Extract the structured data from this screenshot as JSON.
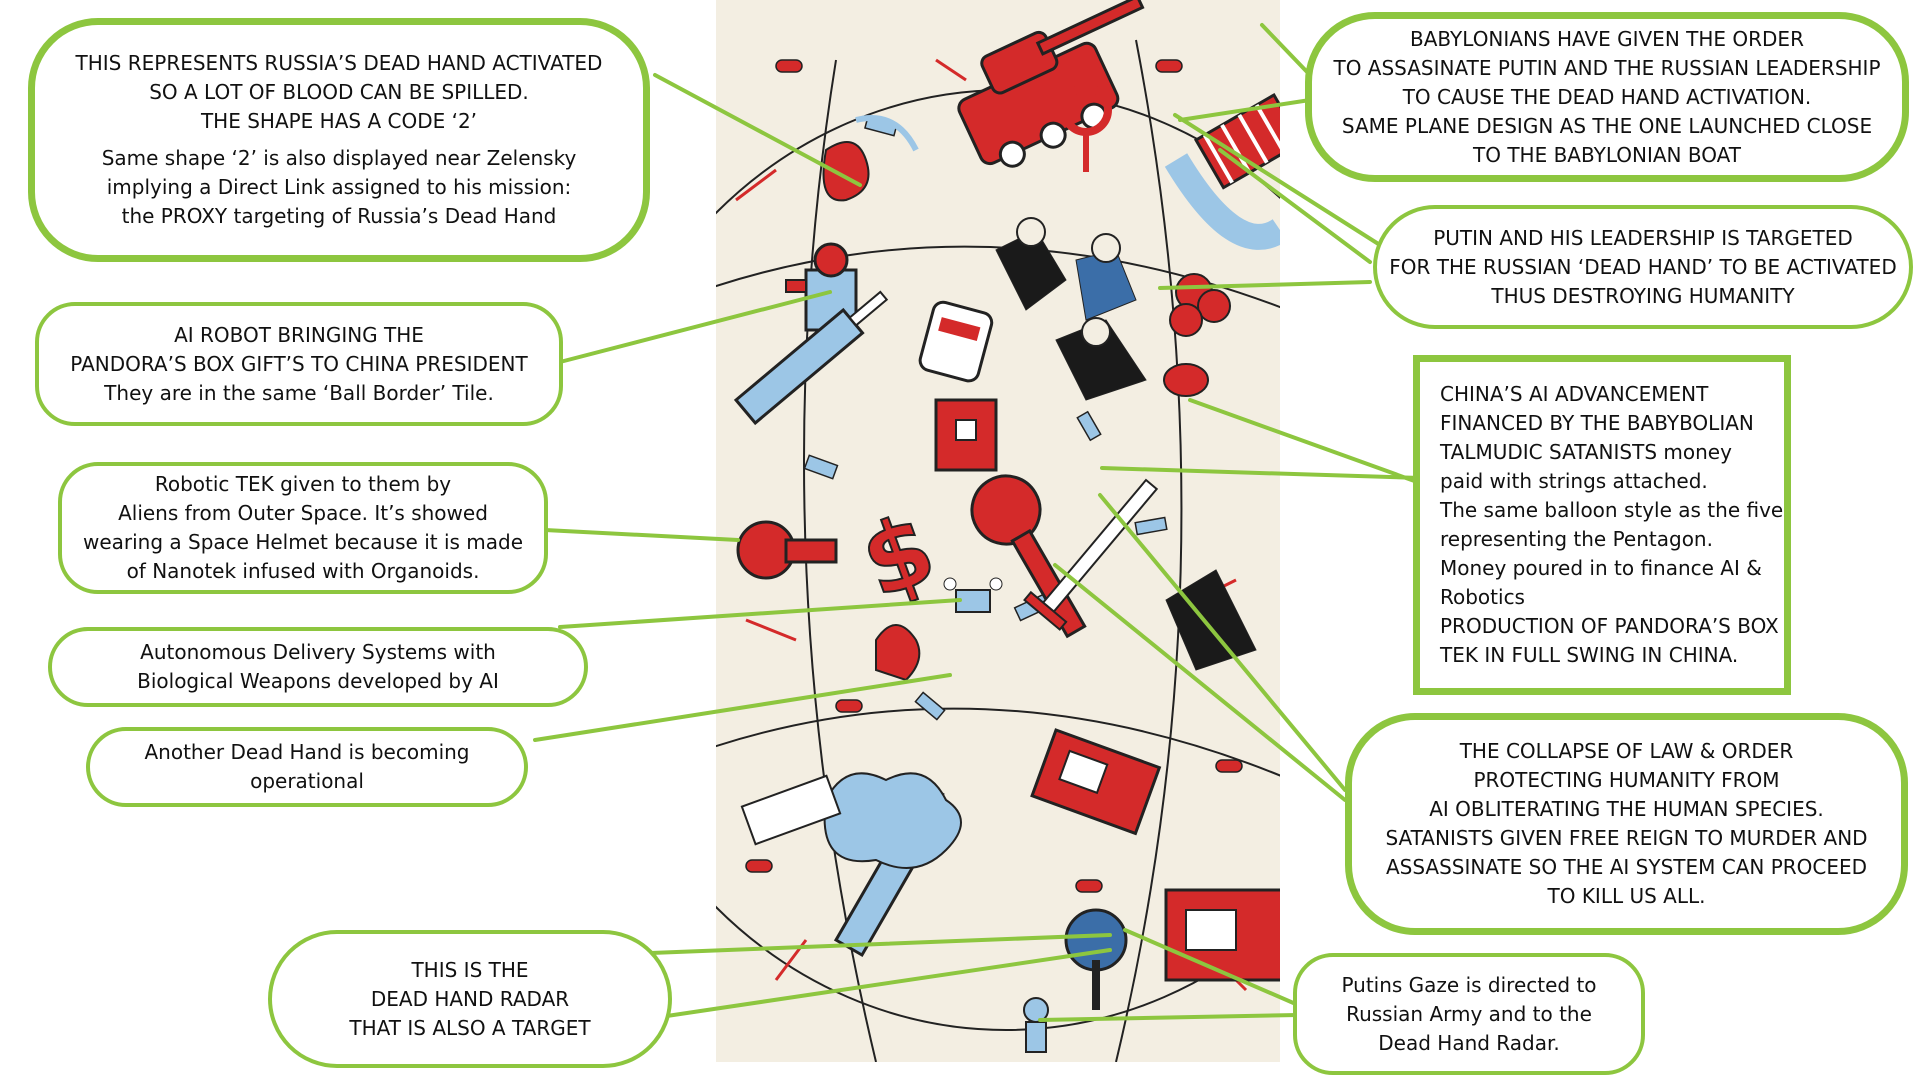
{
  "theme": {
    "accent": "#8dc63f",
    "ink": "#111111",
    "red": "#d42a2a",
    "blue": "#9cc6e6",
    "paper": "#f3eee2"
  },
  "artwork": {
    "icons": [
      "tank-icon",
      "plane-icon",
      "robot-icon",
      "pandora-box-icon",
      "dollar-icon",
      "syringe-icon",
      "radar-icon",
      "balloon-icon",
      "sword-icon",
      "blood-splash-icon",
      "hand-icon",
      "helmet-icon",
      "drone-icon",
      "pill-icon"
    ]
  },
  "callouts": {
    "dead_hand": {
      "lines": [
        "THIS REPRESENTS RUSSIA’S DEAD HAND ACTIVATED",
        "SO A LOT OF BLOOD CAN BE SPILLED.",
        "THE SHAPE HAS A CODE ‘2’"
      ],
      "sub_lines": [
        "Same shape ‘2’ is also displayed near Zelensky",
        "implying a Direct Link assigned to his mission:",
        "the PROXY targeting  of Russia’s Dead Hand"
      ]
    },
    "ai_robot": {
      "lines": [
        "AI ROBOT BRINGING  THE",
        "PANDORA’S BOX GIFT’S TO CHINA PRESIDENT",
        "They are in the same ‘Ball Border’ Tile."
      ]
    },
    "robotic_tek": {
      "lines": [
        "Robotic TEK given to them by",
        "Aliens from Outer Space. It’s showed",
        "wearing a Space Helmet because it is made",
        "of Nanotek infused with Organoids."
      ]
    },
    "delivery": {
      "lines": [
        "Autonomous Delivery Systems with",
        "Biological Weapons developed by AI"
      ]
    },
    "another_dead_hand": {
      "lines": [
        "Another Dead Hand is becoming",
        "operational"
      ]
    },
    "radar": {
      "lines": [
        "THIS IS THE",
        "DEAD HAND RADAR",
        "THAT IS ALSO A TARGET"
      ]
    },
    "babylonians": {
      "lines": [
        "BABYLONIANS HAVE GIVEN THE ORDER",
        "TO ASSASINATE PUTIN AND THE RUSSIAN LEADERSHIP",
        "TO CAUSE THE DEAD HAND ACTIVATION.",
        "SAME PLANE DESIGN AS THE ONE LAUNCHED CLOSE",
        "TO THE BABYLONIAN BOAT"
      ]
    },
    "putin_targeted": {
      "lines": [
        "PUTIN AND HIS LEADERSHIP IS TARGETED",
        "FOR THE RUSSIAN ‘DEAD HAND’ TO BE ACTIVATED",
        "THUS  DESTROYING HUMANITY"
      ]
    },
    "china_ai": {
      "lines": [
        "CHINA’S AI ADVANCEMENT",
        "FINANCED BY THE BABYBOLIAN",
        "TALMUDIC SATANISTS money",
        "paid with strings attached.",
        "The same balloon style as the five",
        "representing the Pentagon.",
        "Money poured in to finance AI &",
        "Robotics",
        "PRODUCTION OF PANDORA’S BOX",
        "TEK IN FULL SWING IN CHINA."
      ]
    },
    "collapse": {
      "lines": [
        "THE COLLAPSE OF LAW & ORDER",
        "PROTECTING HUMANITY FROM",
        "AI OBLITERATING THE HUMAN SPECIES.",
        "SATANISTS GIVEN FREE REIGN TO MURDER AND",
        "ASSASSINATE SO THE AI SYSTEM CAN PROCEED",
        "TO KILL US ALL."
      ]
    },
    "putin_gaze": {
      "lines": [
        "Putins Gaze is directed to",
        "Russian Army and to the",
        "Dead Hand Radar."
      ]
    }
  }
}
